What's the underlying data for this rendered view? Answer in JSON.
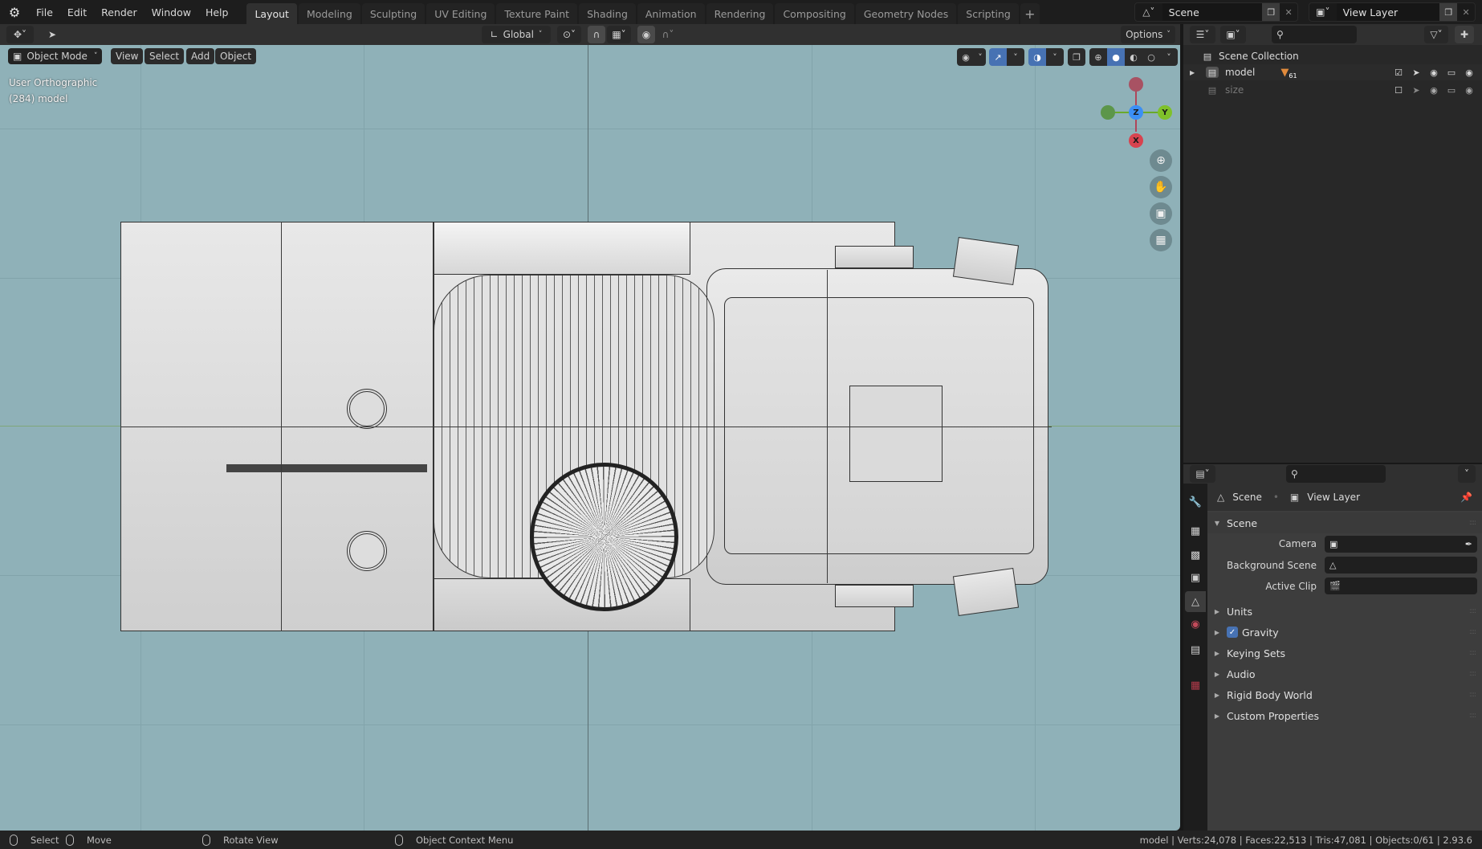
{
  "topbar": {
    "app_icon": "blender-logo-icon",
    "menu": [
      "File",
      "Edit",
      "Render",
      "Window",
      "Help"
    ],
    "workspaces": [
      {
        "label": "Layout",
        "active": true
      },
      {
        "label": "Modeling",
        "active": false
      },
      {
        "label": "Sculpting",
        "active": false
      },
      {
        "label": "UV Editing",
        "active": false
      },
      {
        "label": "Texture Paint",
        "active": false
      },
      {
        "label": "Shading",
        "active": false
      },
      {
        "label": "Animation",
        "active": false
      },
      {
        "label": "Rendering",
        "active": false
      },
      {
        "label": "Compositing",
        "active": false
      },
      {
        "label": "Geometry Nodes",
        "active": false
      },
      {
        "label": "Scripting",
        "active": false
      }
    ],
    "add_workspace": "+",
    "scene_name": "Scene",
    "view_layer_name": "View Layer"
  },
  "viewport_header": {
    "transform_orientation": "Global",
    "options_label": "Options"
  },
  "viewport": {
    "mode": "Object Mode",
    "menus": [
      "View",
      "Select",
      "Add",
      "Object"
    ],
    "view_name": "User Orthographic",
    "object_info": "(284) model",
    "gizmo": {
      "x_label": "X",
      "y_label": "Y",
      "z_label": "Z",
      "x_color": "#d8434f",
      "y_color": "#7fc12a",
      "z_color": "#3b8ff5"
    },
    "background_color": "#8fb1b8"
  },
  "outliner": {
    "root": "Scene Collection",
    "items": [
      {
        "name": "model",
        "badge": "61",
        "checked": true
      },
      {
        "name": "size",
        "checked": false
      }
    ]
  },
  "properties": {
    "breadcrumb": [
      "Scene",
      "View Layer"
    ],
    "panel_title": "Scene",
    "fields": [
      {
        "label": "Camera",
        "value": ""
      },
      {
        "label": "Background Scene",
        "value": ""
      },
      {
        "label": "Active Clip",
        "value": ""
      }
    ],
    "subpanels": [
      {
        "label": "Units",
        "checkbox": false
      },
      {
        "label": "Gravity",
        "checkbox": true
      },
      {
        "label": "Keying Sets",
        "checkbox": false
      },
      {
        "label": "Audio",
        "checkbox": false
      },
      {
        "label": "Rigid Body World",
        "checkbox": false
      },
      {
        "label": "Custom Properties",
        "checkbox": false
      }
    ],
    "tabs": [
      "tool",
      "render",
      "output",
      "view-layer",
      "scene",
      "world",
      "collection",
      "texture"
    ]
  },
  "statusbar": {
    "select": "Select",
    "move": "Move",
    "rotate": "Rotate View",
    "context": "Object Context Menu",
    "stats": "model | Verts:24,078 | Faces:22,513 | Tris:47,081 | Objects:0/61 | 2.93.6"
  }
}
